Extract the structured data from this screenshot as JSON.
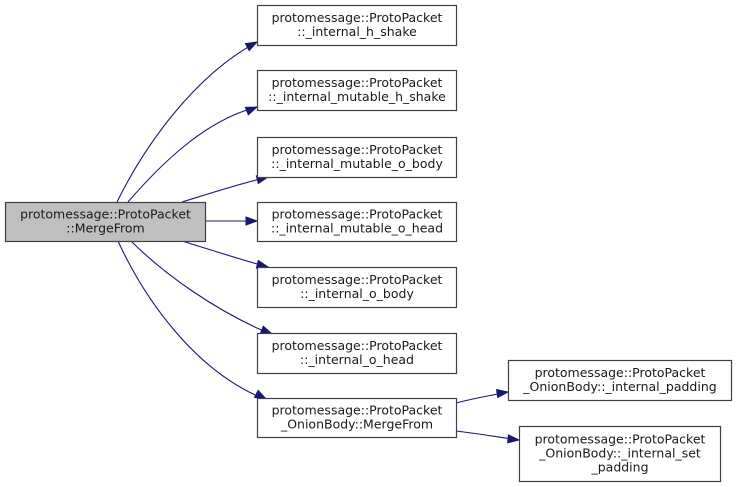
{
  "graph": {
    "type": "call-graph",
    "direction": "left-to-right",
    "colors": {
      "root_fill": "#bfbfbf",
      "node_fill": "#ffffff",
      "node_border": "#404040",
      "edge": "#191970"
    },
    "nodes": [
      {
        "id": "merge_from",
        "lines": [
          "protomessage::ProtoPacket",
          "::MergeFrom"
        ],
        "root": true
      },
      {
        "id": "internal_h_shake",
        "lines": [
          "protomessage::ProtoPacket",
          "::_internal_h_shake"
        ]
      },
      {
        "id": "internal_mutable_h_shake",
        "lines": [
          "protomessage::ProtoPacket",
          "::_internal_mutable_h_shake"
        ]
      },
      {
        "id": "internal_mutable_o_body",
        "lines": [
          "protomessage::ProtoPacket",
          "::_internal_mutable_o_body"
        ]
      },
      {
        "id": "internal_mutable_o_head",
        "lines": [
          "protomessage::ProtoPacket",
          "::_internal_mutable_o_head"
        ]
      },
      {
        "id": "internal_o_body",
        "lines": [
          "protomessage::ProtoPacket",
          "::_internal_o_body"
        ]
      },
      {
        "id": "internal_o_head",
        "lines": [
          "protomessage::ProtoPacket",
          "::_internal_o_head"
        ]
      },
      {
        "id": "onionbody_merge_from",
        "lines": [
          "protomessage::ProtoPacket",
          "_OnionBody::MergeFrom"
        ]
      },
      {
        "id": "onionbody_internal_padding",
        "lines": [
          "protomessage::ProtoPacket",
          "_OnionBody::_internal_padding"
        ]
      },
      {
        "id": "onionbody_internal_set_padding",
        "lines": [
          "protomessage::ProtoPacket",
          "_OnionBody::_internal_set",
          "_padding"
        ]
      }
    ],
    "edges": [
      {
        "from": "merge_from",
        "to": "internal_h_shake"
      },
      {
        "from": "merge_from",
        "to": "internal_mutable_h_shake"
      },
      {
        "from": "merge_from",
        "to": "internal_mutable_o_body"
      },
      {
        "from": "merge_from",
        "to": "internal_mutable_o_head"
      },
      {
        "from": "merge_from",
        "to": "internal_o_body"
      },
      {
        "from": "merge_from",
        "to": "internal_o_head"
      },
      {
        "from": "merge_from",
        "to": "onionbody_merge_from"
      },
      {
        "from": "onionbody_merge_from",
        "to": "onionbody_internal_padding"
      },
      {
        "from": "onionbody_merge_from",
        "to": "onionbody_internal_set_padding"
      }
    ]
  }
}
